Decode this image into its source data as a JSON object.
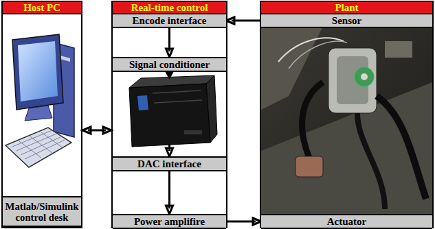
{
  "diagram": {
    "nodes": [
      {
        "text": [
          "Host PC"
        ]
      },
      {
        "text": [
          "Matlab/Simulink control desk"
        ],
        "in": 0
      },
      {
        "text": [
          "Real-time control"
        ]
      },
      {
        "text": [
          "Encode interface"
        ],
        "in": 2
      },
      {
        "text": [
          "Signal conditioner"
        ],
        "in": 2
      },
      {
        "text": [
          "DAC interface"
        ],
        "in": 2
      },
      {
        "text": [
          "Power amplifire"
        ],
        "in": 2
      },
      {
        "text": [
          "Plant"
        ]
      },
      {
        "text": [
          "Sensor"
        ],
        "in": 7
      },
      {
        "text": [
          "Actuator"
        ],
        "in": 7
      }
    ],
    "edges": [
      {
        "from": 0,
        "to": 2,
        "arrow": "both"
      },
      {
        "from": 8,
        "to": 3,
        "arrow": "to"
      },
      {
        "from": 3,
        "to": 4,
        "arrow": "to"
      },
      {
        "from": 4,
        "to": 5,
        "arrow": "to"
      },
      {
        "from": 5,
        "to": 6,
        "arrow": "to"
      },
      {
        "from": 6,
        "to": 9,
        "arrow": "to"
      }
    ]
  }
}
